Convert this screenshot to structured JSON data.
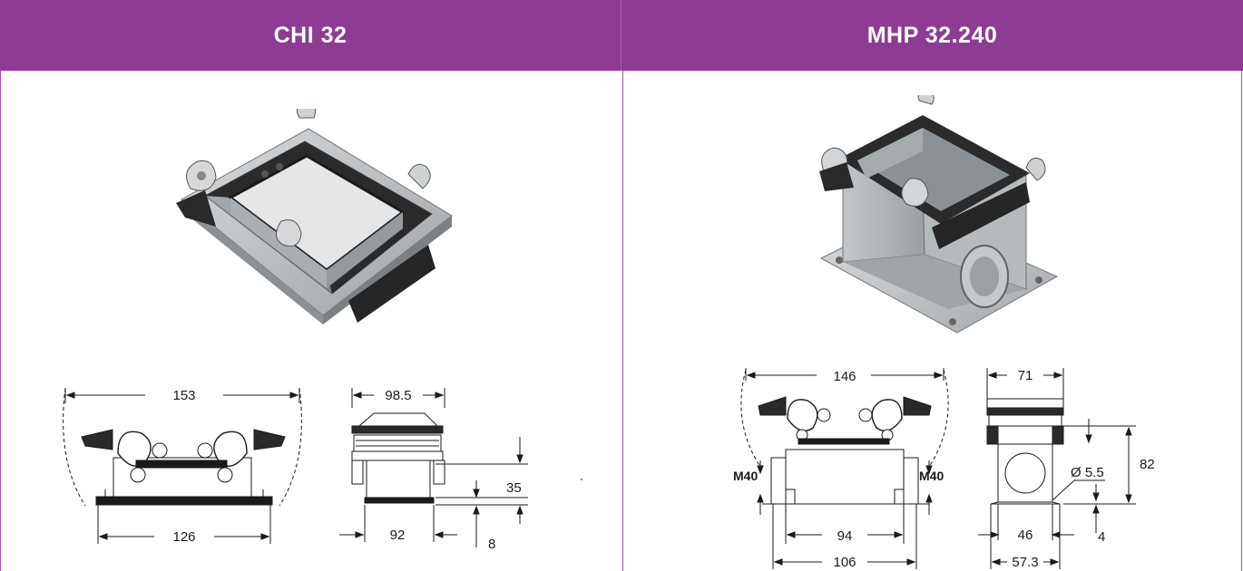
{
  "header": {
    "left_title": "CHI 32",
    "right_title": "MHP 32.240"
  },
  "left_drawing": {
    "front_width_top": "153",
    "front_width_bottom": "126",
    "side_width_top": "98.5",
    "side_width_bottom": "92",
    "side_height": "35",
    "side_base": "8"
  },
  "right_drawing": {
    "front_width_top": "146",
    "front_width_inner": "94",
    "front_width_bottom": "106",
    "thread_left": "M40",
    "thread_right": "M40",
    "side_width_top": "71",
    "side_height": "82",
    "hole_diameter": "Ø 5.5",
    "side_width_inner": "46",
    "side_width_bottom": "57.3",
    "side_base": "4"
  },
  "colors": {
    "header_bg": "#8e3b93",
    "header_text": "#ffffff",
    "divider": "#9b5aa0",
    "housing_grey": "#c9cdd0",
    "gasket_black": "#2a2a2a"
  }
}
